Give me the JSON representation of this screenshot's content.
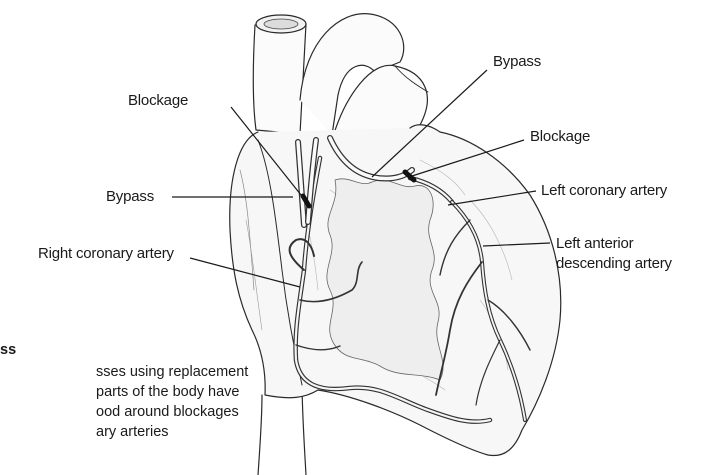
{
  "labels": {
    "blockage_left": "Blockage",
    "bypass_left": "Bypass",
    "right_coronary": "Right coronary artery",
    "bypass_top": "Bypass",
    "blockage_right": "Blockage",
    "left_coronary": "Left coronary artery",
    "lad_line1": "Left anterior",
    "lad_line2": "descending artery"
  },
  "caption": {
    "title": "ss",
    "lines": [
      "sses using replacement",
      "parts of the body have",
      "ood around blockages",
      "ary arteries"
    ]
  },
  "icons": [
    "heart-illustration"
  ]
}
